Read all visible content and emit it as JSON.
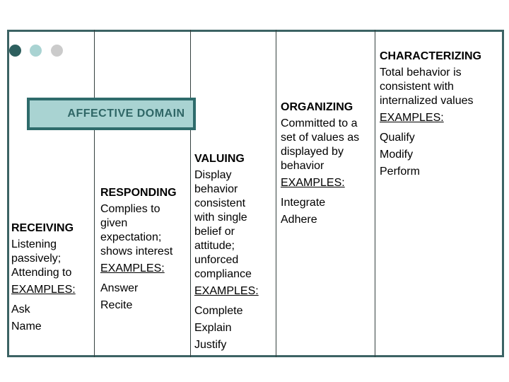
{
  "slide": {
    "accent_colors": {
      "frame_border": "#3c6364",
      "divider_line": "#34403f",
      "dark_teal_dot": "#2d5f5e",
      "light_teal_dot": "#a9d3d2",
      "gray_dot": "#cbcbcb",
      "domain_box_fill": "#a9d3d2",
      "domain_box_border": "#2e6b6b",
      "domain_box_text": "#2f6666"
    },
    "domain_box": {
      "label": "AFFECTIVE DOMAIN"
    },
    "columns": [
      {
        "title": "RECEIVING",
        "description": "Listening\npassively;\nAttending to",
        "examples_label": "EXAMPLES:",
        "examples": [
          "Ask",
          "Name"
        ]
      },
      {
        "title": "RESPONDING",
        "description": "Complies to\ngiven\nexpectation;\nshows interest",
        "examples_label": "EXAMPLES:",
        "examples": [
          "Answer",
          "Recite"
        ]
      },
      {
        "title": "VALUING",
        "description": "Display\nbehavior\nconsistent\nwith single\nbelief or\nattitude;\nunforced\ncompliance",
        "examples_label": "EXAMPLES:",
        "examples": [
          "Complete",
          "Explain",
          "Justify"
        ]
      },
      {
        "title": "ORGANIZING",
        "description": "Committed to a\nset of values as\ndisplayed by\nbehavior",
        "examples_label": "EXAMPLES:",
        "examples": [
          "Integrate",
          "Adhere"
        ]
      },
      {
        "title": "CHARACTERIZING",
        "description": "Total behavior is\nconsistent with\ninternalized values",
        "examples_label": "EXAMPLES:",
        "examples": [
          "Qualify",
          "Modify",
          "Perform"
        ]
      }
    ]
  }
}
